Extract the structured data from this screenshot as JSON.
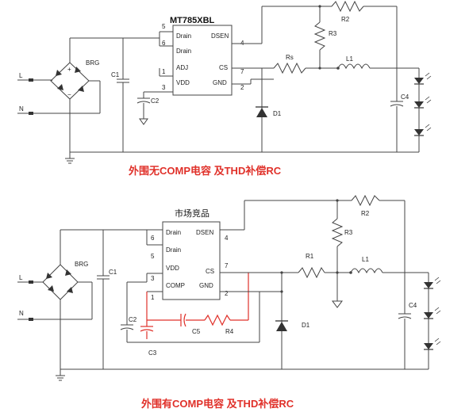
{
  "top": {
    "chip": "MT785XBL",
    "pins_left": [
      "Drain",
      "Drain",
      "ADJ",
      "VDD"
    ],
    "pins_right": [
      "DSEN",
      "CS",
      "GND"
    ],
    "pin_numbers": [
      "5",
      "6",
      "1",
      "3",
      "4",
      "7",
      "2"
    ],
    "bridge": "BRG",
    "line_L": "L",
    "line_N": "N",
    "c1": "C1",
    "c2": "C2",
    "c4": "C4",
    "r2": "R2",
    "r3": "R3",
    "rs": "Rs",
    "l1": "L1",
    "d1": "D1",
    "caption": "外围无COMP电容 及THD补偿RC"
  },
  "bottom": {
    "chip": "市场竞品",
    "pins_left": [
      "Drain",
      "Drain",
      "VDD",
      "COMP"
    ],
    "pins_right": [
      "DSEN",
      "CS",
      "GND"
    ],
    "pin_numbers": [
      "6",
      "5",
      "3",
      "1",
      "4",
      "7",
      "2"
    ],
    "bridge": "BRG",
    "line_L": "L",
    "line_N": "N",
    "c1": "C1",
    "c2": "C2",
    "c3": "C3",
    "c4": "C4",
    "c5": "C5",
    "r1": "R1",
    "r2": "R2",
    "r3": "R3",
    "r4": "R4",
    "l1": "L1",
    "d1": "D1",
    "caption": "外围有COMP电容 及THD补偿RC"
  }
}
